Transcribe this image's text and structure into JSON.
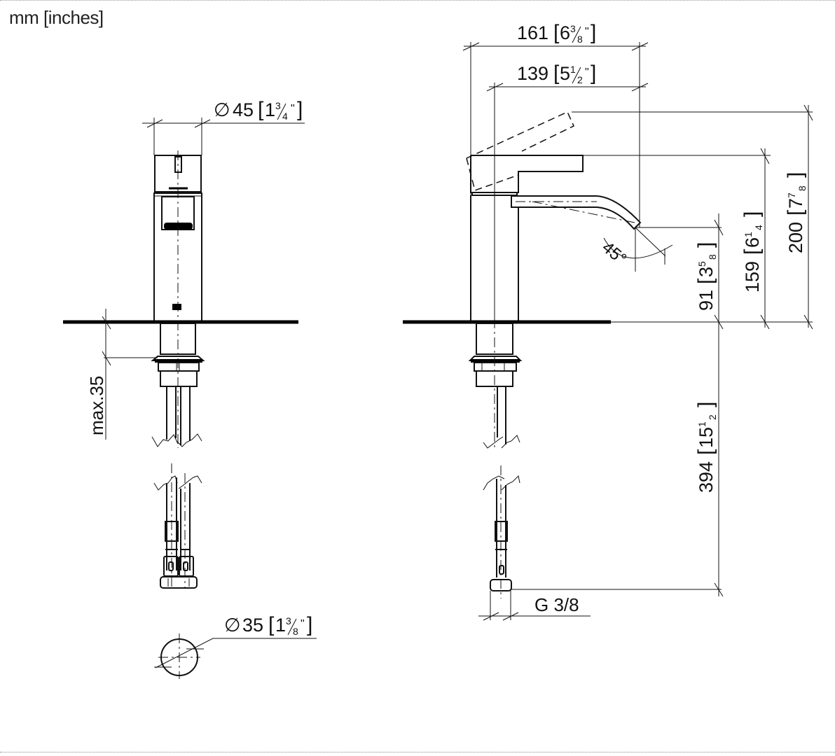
{
  "units_label": "mm [inches]",
  "front_view": {
    "width_dim": {
      "symbol": "∅",
      "mm": "45",
      "inch_whole": "1",
      "inch_num": "3",
      "inch_den": "4"
    },
    "mount_depth_dim": {
      "label": "max.35"
    },
    "hole_dim": {
      "symbol": "∅",
      "mm": "35",
      "inch_whole": "1",
      "inch_num": "3",
      "inch_den": "8"
    }
  },
  "side_view": {
    "overall_length": {
      "mm": "161",
      "inch_whole": "6",
      "inch_num": "3",
      "inch_den": "8"
    },
    "spout_reach": {
      "mm": "139",
      "inch_whole": "5",
      "inch_num": "1",
      "inch_den": "2"
    },
    "spout_height": {
      "mm": "91",
      "inch_whole": "3",
      "inch_num": "5",
      "inch_den": "8"
    },
    "lever_height": {
      "mm": "159",
      "inch_whole": "6",
      "inch_num": "1",
      "inch_den": "4"
    },
    "max_height": {
      "mm": "200",
      "inch_whole": "7",
      "inch_num": "7",
      "inch_den": "8"
    },
    "hose_length": {
      "mm": "394",
      "inch_whole": "15",
      "inch_num": "1",
      "inch_den": "2"
    },
    "spout_angle": {
      "label": "45°"
    },
    "connection": {
      "label": "G 3/8"
    }
  }
}
